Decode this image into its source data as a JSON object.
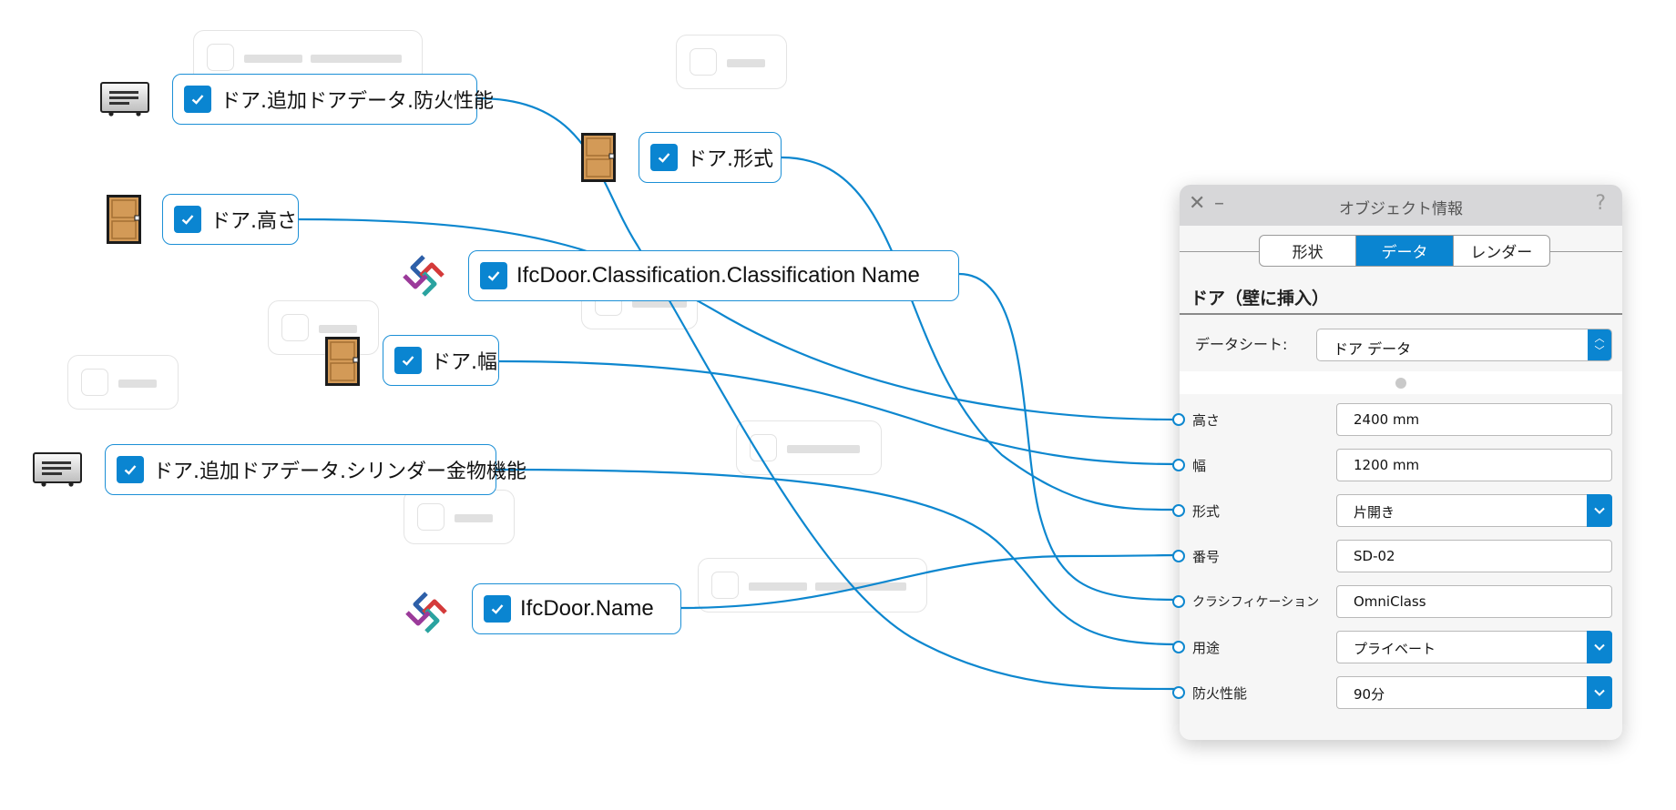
{
  "panel": {
    "title": "オブジェクト情報",
    "close_glyph": "✕",
    "minimize_glyph": "–",
    "help_glyph": "?",
    "tabs": [
      "形状",
      "データ",
      "レンダー"
    ],
    "active_tab": "データ",
    "section_title": "ドア（壁に挿入）",
    "datasheet_label": "データシート:",
    "datasheet_value": "ドア データ",
    "fields": [
      {
        "label": "高さ",
        "value": "2400 mm",
        "dropdown": false
      },
      {
        "label": "幅",
        "value": "1200 mm",
        "dropdown": false
      },
      {
        "label": "形式",
        "value": "片開き",
        "dropdown": true
      },
      {
        "label": "番号",
        "value": "SD-02",
        "dropdown": false
      },
      {
        "label": "クラシフィケーション",
        "value": "OmniClass",
        "dropdown": false
      },
      {
        "label": "用途",
        "value": "プライベート",
        "dropdown": true
      },
      {
        "label": "防火性能",
        "value": "90分",
        "dropdown": true
      }
    ]
  },
  "nodes": [
    {
      "label": "ドア.追加ドアデータ.防火性能",
      "icon": "record-icon"
    },
    {
      "label": "ドア.形式",
      "icon": "door-icon"
    },
    {
      "label": "ドア.高さ",
      "icon": "door-icon"
    },
    {
      "label": "IfcDoor.Classification.Classification Name",
      "icon": "ifc-logo-icon"
    },
    {
      "label": "ドア.幅",
      "icon": "door-icon"
    },
    {
      "label": "ドア.追加ドアデータ.シリンダー金物機能",
      "icon": "record-icon"
    },
    {
      "label": "IfcDoor.Name",
      "icon": "ifc-logo-icon"
    }
  ],
  "colors": {
    "accent": "#0a85d1",
    "wire": "#0d87cf",
    "panel_bg": "#f6f6f6",
    "titlebar": "#d7d7d9"
  }
}
